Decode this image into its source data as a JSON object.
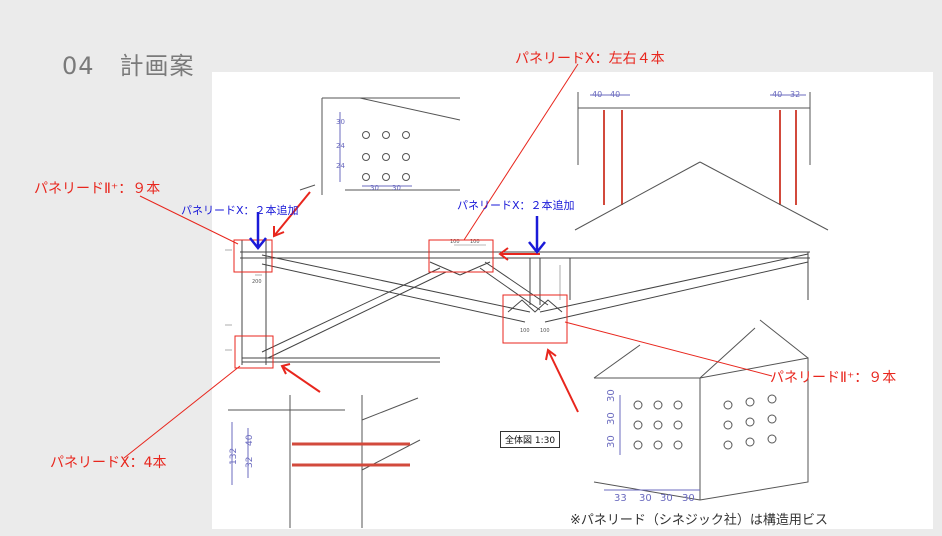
{
  "slide": {
    "title": "04　計画案",
    "footnote": "※パネリード（シネジック社）は構造用ビス",
    "scale_label": "全体図 1:30"
  },
  "callouts": {
    "top_center": "パネリードX：左右４本",
    "left_top": "パネリードⅡ⁺：９本",
    "left_bottom": "パネリードX：4本",
    "right_middle": "パネリードⅡ⁺：９本",
    "blue_left": "パネリードX：２本追加",
    "blue_center": "パネリードX：２本追加"
  },
  "dimensions": {
    "detail_top_left_v": [
      "30",
      "24",
      "24"
    ],
    "detail_top_left_h": [
      "30",
      "30"
    ],
    "detail_top_right_left": [
      "40",
      "40"
    ],
    "detail_top_right_right": [
      "40",
      "32"
    ],
    "detail_bottom_left_v": [
      "40",
      "32",
      "132"
    ],
    "detail_bottom_right_v": [
      "30",
      "30",
      "30"
    ],
    "detail_bottom_right_h": [
      "33",
      "30",
      "30",
      "30"
    ],
    "truss_small": [
      "100",
      "100",
      "200",
      "100",
      "100"
    ]
  },
  "colors": {
    "callout_red": "#e8261d",
    "callout_blue": "#1a1ad8",
    "screw_red": "#d24a3c",
    "line_gray": "#555555"
  }
}
